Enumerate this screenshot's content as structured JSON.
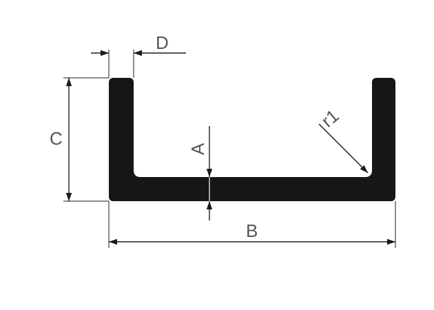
{
  "diagram": {
    "colors": {
      "profile": "#161616",
      "line": "#1a1a1a",
      "label": "#555555",
      "background": "#ffffff"
    },
    "labels": {
      "a": "A",
      "b": "B",
      "c": "C",
      "d": "D",
      "r1": "r1"
    }
  }
}
